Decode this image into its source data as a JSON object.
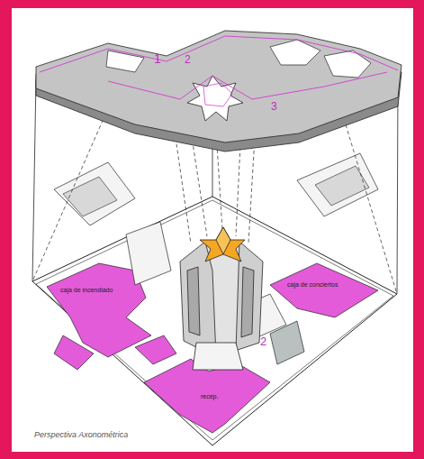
{
  "diagram": {
    "caption": "Perspectiva Axonométrica",
    "labels": [
      "1",
      "2",
      "3",
      "caja de incendiado",
      "caja de conciertos",
      "recep.",
      "2"
    ]
  }
}
